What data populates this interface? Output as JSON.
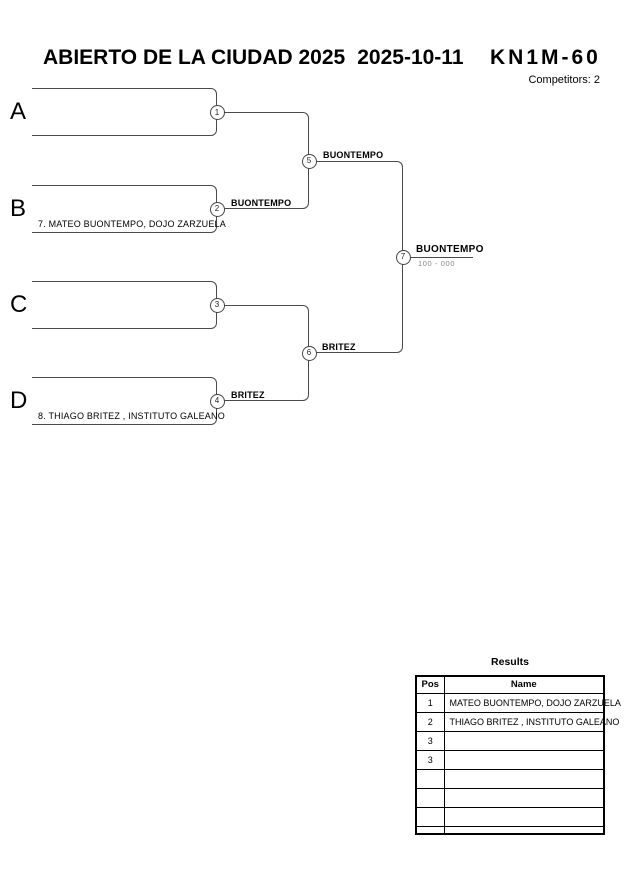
{
  "header": {
    "tournament": "ABIERTO DE LA CIUDAD 2025",
    "date": "2025-10-11",
    "category": "KN1M-60",
    "competitors": "Competitors: 2"
  },
  "bracket": {
    "slots": [
      {
        "letter": "A",
        "seed_name": ""
      },
      {
        "letter": "B",
        "seed_name": "7. MATEO BUONTEMPO, DOJO ZARZUELA"
      },
      {
        "letter": "C",
        "seed_name": ""
      },
      {
        "letter": "D",
        "seed_name": "8. THIAGO  BRITEZ , INSTITUTO GALEANO"
      }
    ],
    "matches": [
      {
        "num": "1",
        "winner": ""
      },
      {
        "num": "2",
        "winner": "BUONTEMPO"
      },
      {
        "num": "3",
        "winner": ""
      },
      {
        "num": "4",
        "winner": "BRITEZ"
      },
      {
        "num": "5",
        "winner": "BUONTEMPO"
      },
      {
        "num": "6",
        "winner": "BRITEZ"
      },
      {
        "num": "7",
        "winner": "BUONTEMPO",
        "score": "100 - 000"
      }
    ]
  },
  "results": {
    "title": "Results",
    "columns": [
      "Pos",
      "Name"
    ],
    "rows": [
      {
        "pos": "1",
        "name": "MATEO BUONTEMPO, DOJO ZARZUELA"
      },
      {
        "pos": "2",
        "name": "THIAGO  BRITEZ , INSTITUTO GALEANO"
      },
      {
        "pos": "3",
        "name": ""
      },
      {
        "pos": "3",
        "name": ""
      },
      {
        "pos": "",
        "name": ""
      },
      {
        "pos": "",
        "name": ""
      },
      {
        "pos": "",
        "name": ""
      },
      {
        "pos": "",
        "name": ""
      }
    ]
  },
  "colors": {
    "line": "#4a4a4a",
    "text": "#000000",
    "score_text": "#888888"
  }
}
